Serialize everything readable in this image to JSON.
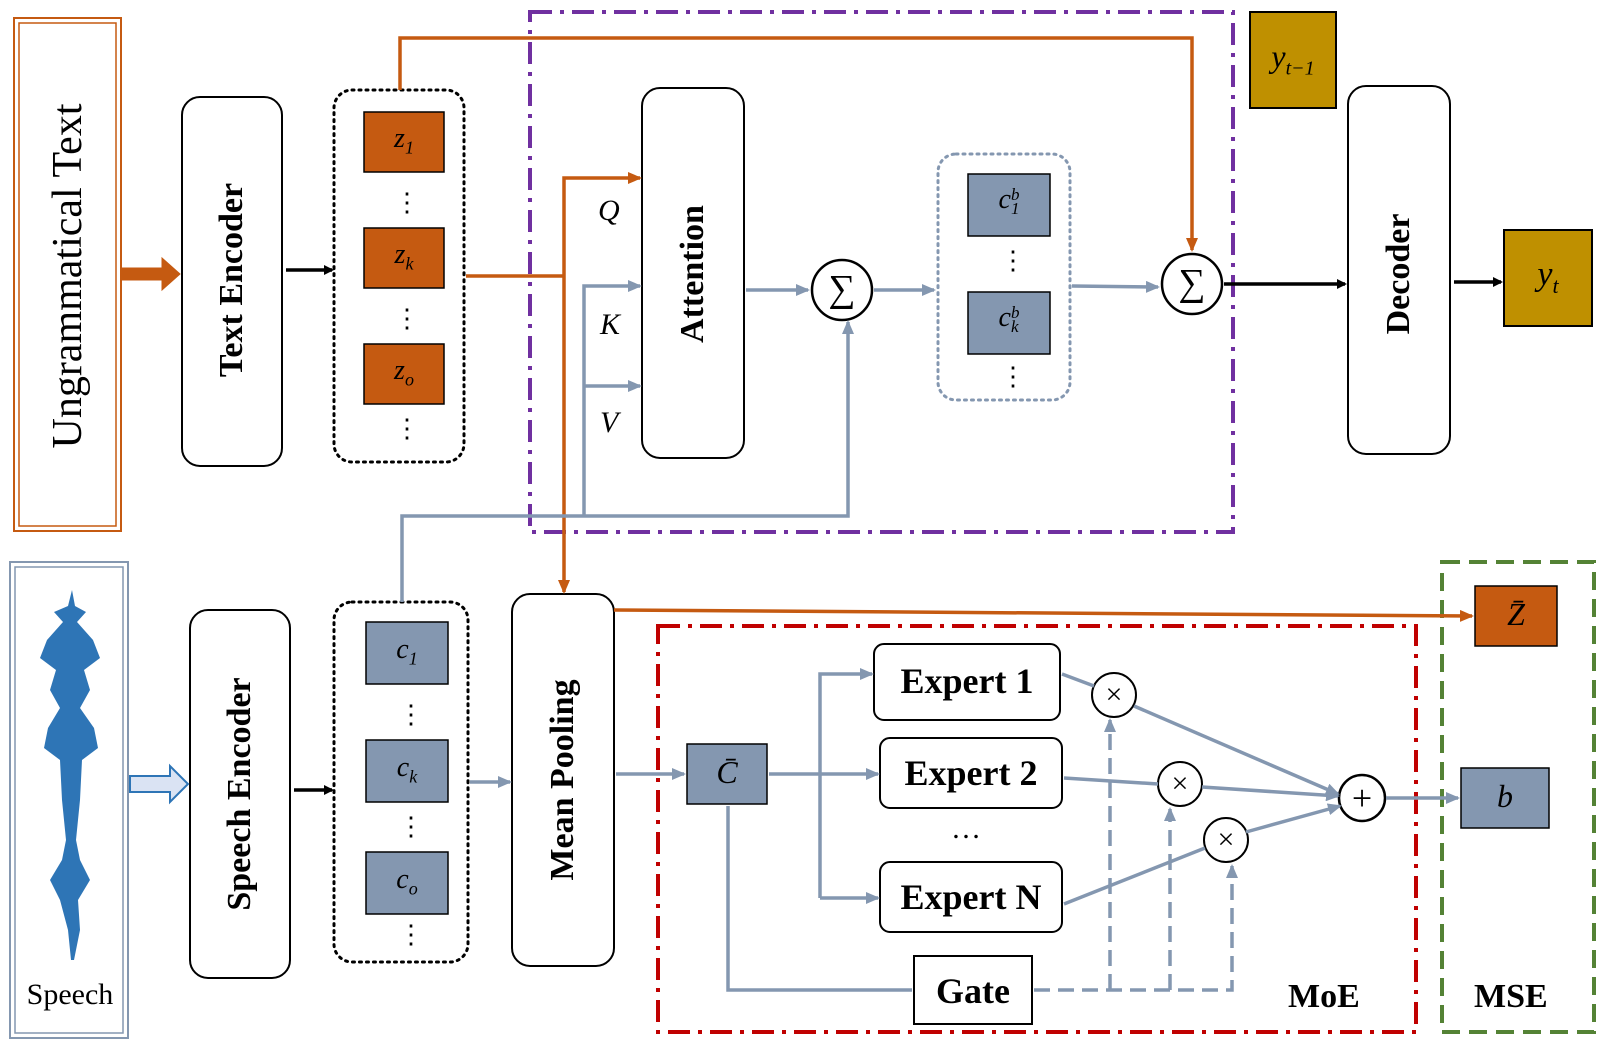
{
  "inputs": {
    "text_label": "Ungrammatical Text",
    "speech_label": "Speech"
  },
  "blocks": {
    "text_encoder": "Text Encoder",
    "speech_encoder": "Speech  Encoder",
    "attention": "Attention",
    "decoder": "Decoder",
    "mean_pooling": "Mean Pooling",
    "gate": "Gate",
    "experts": [
      "Expert 1",
      "Expert 2",
      "Expert N"
    ],
    "expert_ellipsis": "…"
  },
  "tokens": {
    "z": [
      "z",
      "z",
      "z"
    ],
    "z_sub": [
      "1",
      "k",
      "o"
    ],
    "c": [
      "c",
      "c",
      "c"
    ],
    "c_sub": [
      "1",
      "k",
      "o"
    ],
    "cb": [
      "c",
      "c"
    ],
    "cb_sub": [
      "1",
      "k"
    ],
    "cb_sup": [
      "b",
      "b"
    ],
    "ellipsis": "⋮"
  },
  "qkv": [
    "Q",
    "K",
    "V"
  ],
  "ops": {
    "sum": "∑",
    "mul": "×",
    "add": "+"
  },
  "outputs": {
    "y_prev": "y",
    "y_prev_sub": "t−1",
    "y_t": "y",
    "y_t_sub": "t",
    "z_bar": "Z̄",
    "c_bar": "C̄",
    "b": "b"
  },
  "regions": {
    "moe": "MoE",
    "mse": "MSE"
  },
  "colors": {
    "orange": "#c55a11",
    "steel": "#8497b0",
    "token_blue": "#8497b0",
    "token_orange": "#c55a11",
    "gold": "#bf9000",
    "purple": "#7030a0",
    "red": "#c00000",
    "green": "#548235",
    "wave": "#2e75b6"
  }
}
